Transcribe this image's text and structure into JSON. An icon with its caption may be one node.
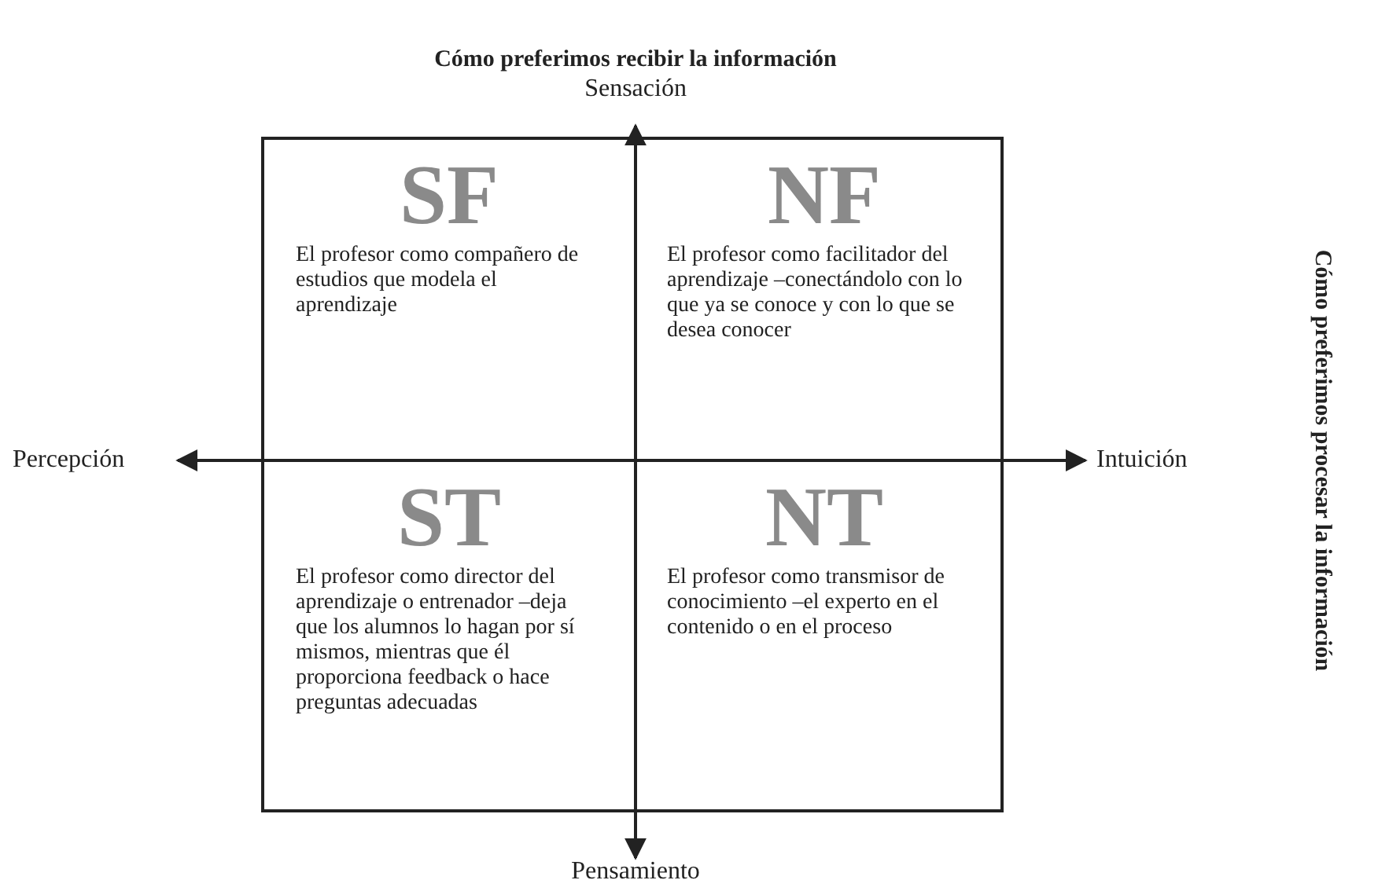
{
  "diagram": {
    "title": "Cómo preferimos recibir la información",
    "nodes": [
      {
        "text": [],
        "shape": "box"
      },
      {
        "text": [
          "SF",
          "El profesor como compañero de estudios que modela el aprendizaje"
        ],
        "in": 0
      },
      {
        "text": [
          "NF",
          "El profesor como facilitador del aprendizaje –conectándolo con lo que ya se conoce y con lo que se desea conocer"
        ],
        "in": 0
      },
      {
        "text": [
          "ST",
          "El profesor como director del aprendizaje o entrenador –deja que los alumnos lo hagan por sí mismos, mientras que él proporciona feedback o hace preguntas adecuadas"
        ],
        "in": 0
      },
      {
        "text": [
          "NT",
          "El profesor como transmisor de conocimiento –el experto en el contenido o en el proceso"
        ],
        "in": 0
      }
    ],
    "labels": [
      "Sensación",
      "Percepción",
      "Intuición",
      "Pensamiento",
      "Cómo preferimos procesar la información"
    ]
  }
}
